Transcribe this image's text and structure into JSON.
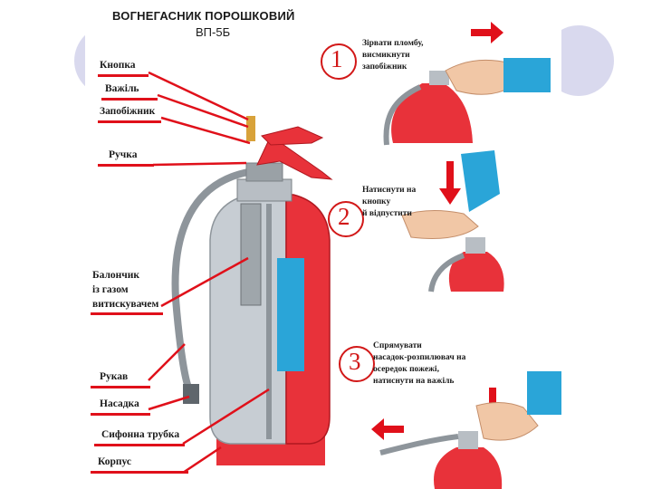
{
  "poster": {
    "title": "ВОГНЕГАСНИК ПОРОШКОВИЙ",
    "subtitle": "ВП-5Б"
  },
  "parts": [
    {
      "label": "Кнопка"
    },
    {
      "label": "Важіль"
    },
    {
      "label": "Запобіжник"
    },
    {
      "label": "Ручка"
    },
    {
      "label": "Балончик"
    },
    {
      "label": "із газом"
    },
    {
      "label": "витискувачем"
    },
    {
      "label": "Рукав"
    },
    {
      "label": "Насадка"
    },
    {
      "label": "Сифонна трубка"
    },
    {
      "label": "Корпус"
    }
  ],
  "steps": [
    {
      "number": "1",
      "lines": [
        "Зірвати пломбу,",
        "висмикнути",
        "запобіжник"
      ]
    },
    {
      "number": "2",
      "lines": [
        "Натиснути на",
        "кнопку",
        "й відпустити"
      ]
    },
    {
      "number": "3",
      "lines": [
        "Спрямувати",
        "насадок-розпилювач на",
        "осередок пожежі,",
        "натиснути на важіль"
      ]
    }
  ],
  "colors": {
    "accent_red": "#e0101a",
    "body_red": "#e8323a",
    "silver": "#c7cdd3",
    "sleeve_blue": "#2aa5d8",
    "deco_circle": "#d9d9ee"
  },
  "icons": [
    "arrow-right-icon",
    "arrow-down-icon",
    "arrow-left-icon",
    "hand-icon"
  ]
}
